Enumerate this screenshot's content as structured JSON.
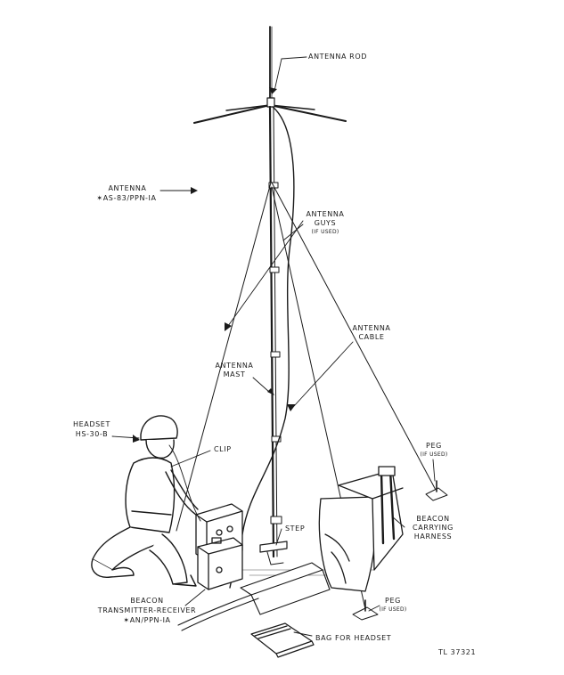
{
  "labels": {
    "antenna_rod": "ANTENNA ROD",
    "antenna": "ANTENNA",
    "antenna_model": "✶AS-83/PPN-IA",
    "antenna_guys": "ANTENNA",
    "antenna_guys_2": "GUYS",
    "guys_if_used": "(IF USED)",
    "antenna_cable": "ANTENNA",
    "antenna_cable_2": "CABLE",
    "antenna_mast": "ANTENNA",
    "antenna_mast_2": "MAST",
    "headset": "HEADSET",
    "headset_model": "HS-30-B",
    "clip": "CLIP",
    "peg_upper": "PEG",
    "peg_upper_if_used": "(IF USED)",
    "beacon_harness": "BEACON",
    "beacon_harness_2": "CARRYING",
    "beacon_harness_3": "HARNESS",
    "step": "STEP",
    "beacon_tr": "BEACON",
    "beacon_tr_2": "TRANSMITTER-RECEIVER",
    "beacon_tr_model": "✶AN/PPN-IA",
    "peg_lower": "PEG",
    "peg_lower_if_used": "(IF USED)",
    "bag_for_headset": "BAG FOR HEADSET",
    "figure_id": "TL 37321"
  }
}
